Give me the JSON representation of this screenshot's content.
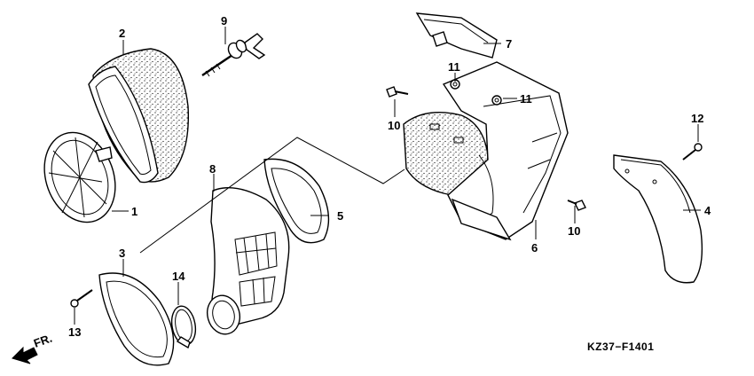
{
  "diagram": {
    "callouts": [
      {
        "id": "c1",
        "label": "1"
      },
      {
        "id": "c2",
        "label": "2"
      },
      {
        "id": "c3",
        "label": "3"
      },
      {
        "id": "c4",
        "label": "4"
      },
      {
        "id": "c5",
        "label": "5"
      },
      {
        "id": "c6",
        "label": "6"
      },
      {
        "id": "c7",
        "label": "7"
      },
      {
        "id": "c8",
        "label": "8"
      },
      {
        "id": "c9",
        "label": "9"
      },
      {
        "id": "c10a",
        "label": "10"
      },
      {
        "id": "c10b",
        "label": "10"
      },
      {
        "id": "c11a",
        "label": "11"
      },
      {
        "id": "c11b",
        "label": "11"
      },
      {
        "id": "c12",
        "label": "12"
      },
      {
        "id": "c13",
        "label": "13"
      },
      {
        "id": "c14",
        "label": "14"
      }
    ],
    "front_arrow_label": "FR.",
    "diagram_code": "KZ37−F1401"
  }
}
